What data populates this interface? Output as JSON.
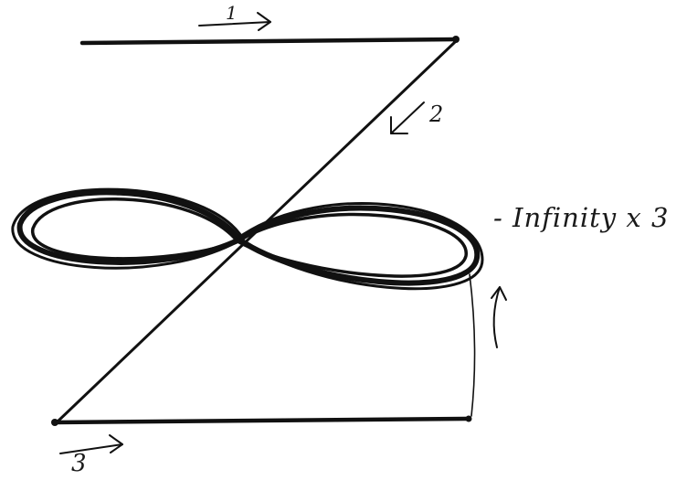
{
  "steps": {
    "step_1": "1",
    "step_2": "2",
    "step_3": "3"
  },
  "annotation": "- Infinity x 3",
  "ink_color": "#111111"
}
